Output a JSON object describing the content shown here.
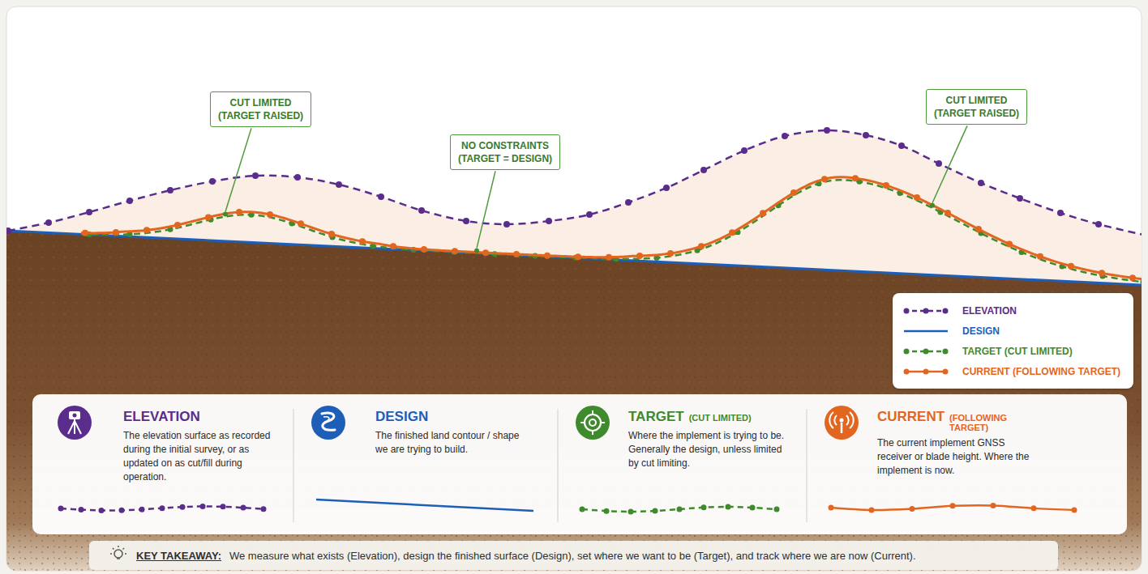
{
  "diagram": {
    "nodes": [
      {
        "text": [
          "CUT LIMITED",
          "(TARGET RAISED)"
        ]
      },
      {
        "text": [
          "NO CONSTRAINTS",
          "(TARGET = DESIGN)"
        ]
      },
      {
        "text": [
          "CUT LIMITED",
          "(TARGET RAISED)"
        ]
      },
      {
        "text": [
          "ELEVATION",
          "The elevation surface as recorded during the initial survey, or as updated on as cut/fill during operation."
        ]
      },
      {
        "text": [
          "DESIGN",
          "The finished land contour / shape we are trying to build."
        ]
      },
      {
        "text": [
          "TARGET",
          "(CUT LIMITED)",
          "Where the implement is trying to be. Generally the design, unless limited by cut limiting."
        ]
      },
      {
        "text": [
          "CURRENT",
          "(FOLLOWING TARGET)",
          "The current implement GNSS receiver or blade height. Where the implement is now."
        ]
      },
      {
        "text": [
          "KEY TAKEAWAY:",
          "We measure what exists (Elevation), design the finished surface (Design), set where we want to be (Target), and track where we are now (Current)."
        ]
      }
    ],
    "legend": [
      {
        "text": "ELEVATION"
      },
      {
        "text": "DESIGN"
      },
      {
        "text": "TARGET (CUT LIMITED)"
      },
      {
        "text": "CURRENT (FOLLOWING TARGET)"
      }
    ]
  }
}
